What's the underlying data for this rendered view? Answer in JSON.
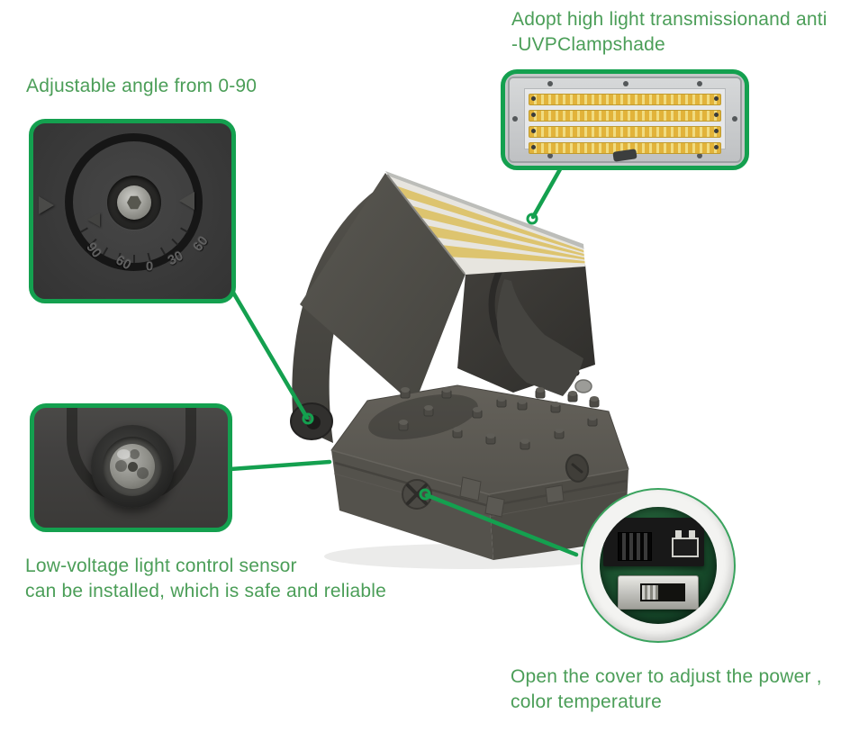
{
  "colors": {
    "background": "#ffffff",
    "accent_green": "#14a04f",
    "text_green": "#4b9e58"
  },
  "callouts": {
    "lampshade": {
      "line1": "Adopt high light transmissionand anti",
      "line2": "-UVPClampshade"
    },
    "adjustable_angle": {
      "line1": "Adjustable angle from 0-90"
    },
    "sensor": {
      "line1": "Low-voltage light control sensor",
      "line2": "can be installed, which is safe and reliable"
    },
    "cover_switch": {
      "line1": "Open the cover to adjust the power ,",
      "line2": "color temperature"
    }
  },
  "insets": {
    "angle_dial": {
      "description": "angle adjustment dial photo",
      "scale_labels": [
        "90",
        "60",
        "0",
        "30",
        "60"
      ]
    },
    "led_panel": {
      "description": "LED module with 4 yellow light strips",
      "strip_count": 4
    },
    "light_sensor": {
      "description": "low-voltage light control sensor photo"
    },
    "switch_panel": {
      "description": "internal power and color temperature slide switches on green PCB"
    }
  },
  "product": {
    "description": "adjustable LED wall pack light"
  },
  "icons": {
    "callout_marker": "open-circle",
    "dial_triangles": "engraved-triangle-markers"
  }
}
